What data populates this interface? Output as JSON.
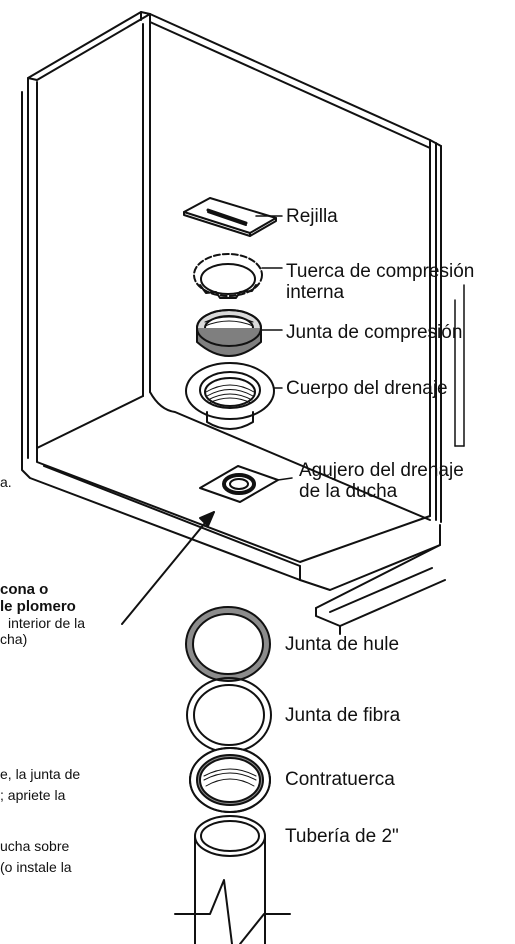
{
  "parts": {
    "grate": "Rejilla",
    "nut_line1": "Tuerca de compresión",
    "nut_line2": "interna",
    "compression_gasket": "Junta de compresión",
    "drain_body": "Cuerpo del drenaje",
    "hole_line1": "Agujero del drenaje",
    "hole_line2": "de la ducha",
    "rubber_gasket": "Junta de hule",
    "fiber_gasket": "Junta de fibra",
    "locknut": "Contratuerca",
    "pipe": "Tubería de 2\""
  },
  "left_notes": {
    "fragment_a": "a.",
    "sealant_line1": "cona o",
    "sealant_line2": "le plomero",
    "sealant_line3": "interior de la",
    "sealant_line4": "cha)",
    "instr_line1": "e, la junta de",
    "instr_line2": "; apriete la",
    "instr_line3": "ucha sobre",
    "instr_line4": "(o instale la"
  }
}
